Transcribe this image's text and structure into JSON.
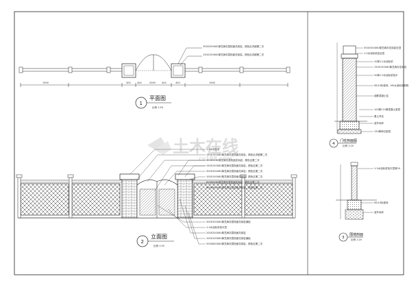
{
  "watermark": {
    "main": "土木在线",
    "sub": "co188.com"
  },
  "plan": {
    "number": "1",
    "title": "平面图",
    "scale": "比例 1:50",
    "callouts": [
      "300X300X60厚芝麻灰荔枝面花岗岩，颜色见详细第二次",
      "150X150X60厚芝麻灰荔枝面花岗岩，颜色见详细第二次"
    ],
    "dims": [
      "1900",
      "400",
      "400",
      "2000",
      "400",
      "400",
      "1900"
    ]
  },
  "elevation": {
    "number": "2",
    "title": "立面图",
    "scale": "比例 1:50",
    "notes_top": [
      "1:3水泥砂浆",
      "150X150X60厚芝麻灰荔枝面花岗岩，颜色见详细第二次",
      "60X60X60厚芝麻灰荔枝面花岗岩，颜色见第二次",
      "150X150X60厚芝麻灰荔枝面花岗岩，颜色见第二次",
      "300X300X60厚芝麻灰荔枝面花岗岩，颜色见第二次",
      "100X100X60厚芝麻灰荔枝面花岗岩，颜色见第二次",
      "60X60X60厚芝麻灰荔枝面花岗岩，颜色见第二次",
      "600X600X60厚芝麻灰荔枝面花岗岩，颜色见第二次"
    ],
    "notes_bottom": [
      "300X300X60厚芝麻灰荔枝面花岗岩铺贴",
      "1:3水泥砂浆找平层",
      "200X200X60厚芝麻灰荔枝面花岗岩",
      "100X100X60厚芝麻灰荔枝面花岗岩铺贴",
      "300X600X60厚芝麻灰荔枝面花岗岩，颜色见第二次"
    ]
  },
  "section_pillar": {
    "number": "4",
    "title": "门柱剖面图",
    "scale": "比例 1:20",
    "notes": [
      "300X300X60厚芝麻灰花岗岩压顶",
      "1:3水泥砂浆结合层",
      "20厚1:2水泥砂浆",
      "150X150X60厚芝麻灰花岗岩",
      "50厚1:3水泥砂浆找平",
      "MU10标准砖，M5水泥砂浆砌筑",
      "钢筋混凝土柱",
      "100厚C10素混凝土垫层",
      "素土夯实",
      "室外地坪",
      "150厚碎石垫层"
    ]
  },
  "section_wall": {
    "number": "3",
    "title": "围墙剖面",
    "scale": "比例 1:20",
    "notes": [
      "1:3水泥砂浆找平层厚20",
      "MU10标准砖",
      "室外地坪"
    ]
  }
}
